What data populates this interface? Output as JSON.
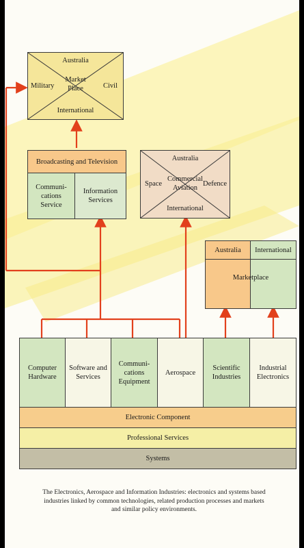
{
  "market_top": {
    "north": "Australia",
    "west": "Military",
    "center": "Market\nPlace",
    "east": "Civil",
    "south": "International"
  },
  "broadcasting": {
    "header": "Broadcasting and Television",
    "left": "Communi-\ncations\nService",
    "right": "Information\nServices"
  },
  "aviation": {
    "north": "Australia",
    "west": "Space",
    "center": "Commercial\nAviation",
    "east": "Defence",
    "south": "International"
  },
  "marketplace_right": {
    "left_header": "Australia",
    "right_header": "International",
    "center": "Marketplace"
  },
  "industries": [
    {
      "label": "Computer\nHardware",
      "color": "#d3e6c0"
    },
    {
      "label": "Software and\nServices",
      "color": "#f7f6e6"
    },
    {
      "label": "Communi-\ncations\nEquipment",
      "color": "#d3e6c0"
    },
    {
      "label": "Aerospace",
      "color": "#f7f6e6"
    },
    {
      "label": "Scientific\nIndustries",
      "color": "#d3e6c0"
    },
    {
      "label": "Industrial\nElectronics",
      "color": "#f7f6e6"
    }
  ],
  "bands": [
    {
      "label": "Electronic Component",
      "color": "#f7cd8c"
    },
    {
      "label": "Professional Services",
      "color": "#f5efa6"
    },
    {
      "label": "Systems",
      "color": "#c3bea6"
    }
  ],
  "caption": "The Electronics, Aerospace and Information Industries: electronics and systems based industries linked by common technologies, related production processes and markets and similar policy environments.",
  "colors": {
    "arrow": "#e2401c",
    "orange": "#f8c88a",
    "green": "#d3e6c0",
    "yellow": "#f5e69a",
    "cream": "#f7f6e6",
    "peach": "#f1dcc6"
  }
}
